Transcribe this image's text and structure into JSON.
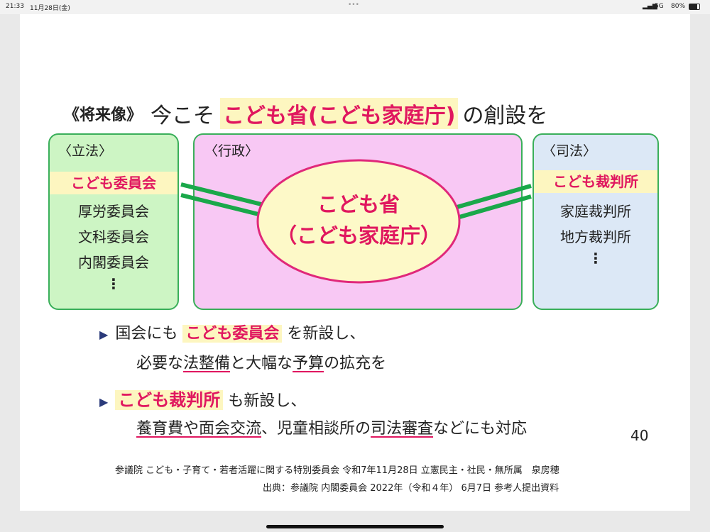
{
  "status": {
    "time": "21:33",
    "date": "11月28日(金)",
    "network": "5G",
    "battery": "80%"
  },
  "title": {
    "prefix": "《将来像》",
    "mid": "今こそ",
    "highlight": "こども省(こども家庭庁)",
    "suffix": "の創設を"
  },
  "legislative": {
    "label": "〈立法〉",
    "items": [
      "こども委員会",
      "厚労委員会",
      "文科委員会",
      "内閣委員会",
      "⋮"
    ]
  },
  "executive": {
    "label": "〈行政〉",
    "center_line1": "こども省",
    "center_line2": "（こども家庭庁）"
  },
  "judicial": {
    "label": "〈司法〉",
    "items": [
      "こども裁判所",
      "家庭裁判所",
      "地方裁判所",
      "⋮"
    ]
  },
  "bullets": [
    {
      "l1a": "国会にも",
      "l1h": "こども委員会",
      "l1b": "を新設し、",
      "l2": [
        "必要な",
        "法整備",
        "と大幅な",
        "予算",
        "の拡充を"
      ]
    },
    {
      "l1h": "こども裁判所",
      "l1b": "も新設し、",
      "l2": [
        "養育費や面会交流",
        "、児童相談所の",
        "司法審査",
        "などにも対応"
      ]
    }
  ],
  "page_number": "40",
  "source_line1": "参議院 こども・子育て・若者活躍に関する特別委員会 令和7年11月28日 立憲民主・社民・無所属　泉房穂",
  "source_line2": "出典：参議院 内閣委員会 2022年（令和４年） 6月7日 参考人提出資料"
}
